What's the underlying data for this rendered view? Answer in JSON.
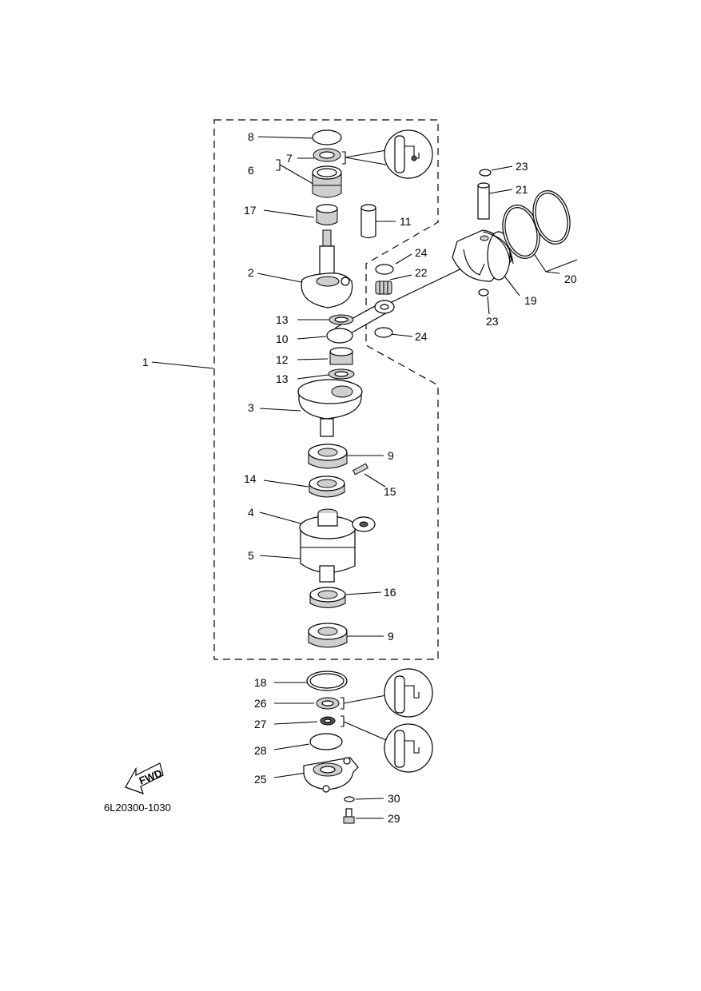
{
  "diagram": {
    "code": "6L20300-1030",
    "fwd_arrow_label": "FWD",
    "callouts": [
      {
        "id": "c1",
        "text": "1"
      },
      {
        "id": "c2",
        "text": "2"
      },
      {
        "id": "c3",
        "text": "3"
      },
      {
        "id": "c4",
        "text": "4"
      },
      {
        "id": "c5",
        "text": "5"
      },
      {
        "id": "c6",
        "text": "6"
      },
      {
        "id": "c7",
        "text": "7"
      },
      {
        "id": "c8",
        "text": "8"
      },
      {
        "id": "c9a",
        "text": "9"
      },
      {
        "id": "c9b",
        "text": "9"
      },
      {
        "id": "c10",
        "text": "10"
      },
      {
        "id": "c11",
        "text": "11"
      },
      {
        "id": "c12",
        "text": "12"
      },
      {
        "id": "c13a",
        "text": "13"
      },
      {
        "id": "c13b",
        "text": "13"
      },
      {
        "id": "c14",
        "text": "14"
      },
      {
        "id": "c15",
        "text": "15"
      },
      {
        "id": "c16",
        "text": "16"
      },
      {
        "id": "c17",
        "text": "17"
      },
      {
        "id": "c18",
        "text": "18"
      },
      {
        "id": "c19",
        "text": "19"
      },
      {
        "id": "c20",
        "text": "20"
      },
      {
        "id": "c21",
        "text": "21"
      },
      {
        "id": "c22",
        "text": "22"
      },
      {
        "id": "c23a",
        "text": "23"
      },
      {
        "id": "c23b",
        "text": "23"
      },
      {
        "id": "c24a",
        "text": "24"
      },
      {
        "id": "c24b",
        "text": "24"
      },
      {
        "id": "c25",
        "text": "25"
      },
      {
        "id": "c26",
        "text": "26"
      },
      {
        "id": "c27",
        "text": "27"
      },
      {
        "id": "c28",
        "text": "28"
      },
      {
        "id": "c29",
        "text": "29"
      },
      {
        "id": "c30",
        "text": "30"
      }
    ]
  }
}
